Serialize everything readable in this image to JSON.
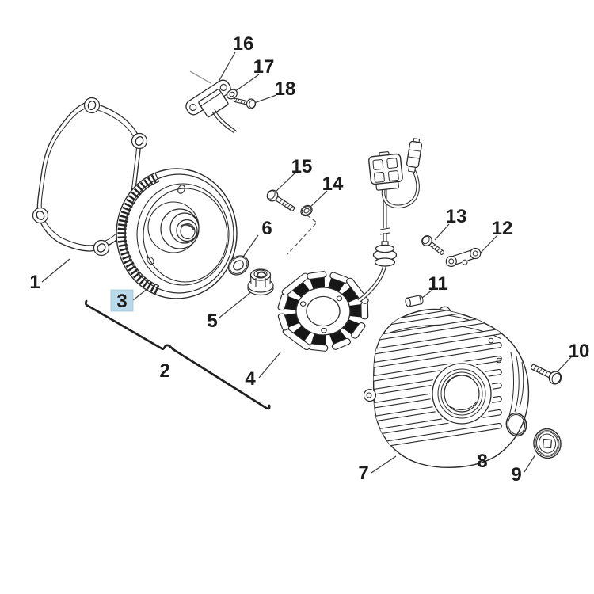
{
  "figure": {
    "type": "exploded-parts-diagram",
    "background": "#ffffff",
    "line_color": "#2a2a2a",
    "highlight": {
      "part": "3",
      "fill": "#b9d8e9",
      "border": "#9fc5d9"
    },
    "callouts": [
      {
        "label": "1"
      },
      {
        "label": "2"
      },
      {
        "label": "3"
      },
      {
        "label": "4"
      },
      {
        "label": "5"
      },
      {
        "label": "6"
      },
      {
        "label": "7"
      },
      {
        "label": "8"
      },
      {
        "label": "9"
      },
      {
        "label": "10"
      },
      {
        "label": "11"
      },
      {
        "label": "12"
      },
      {
        "label": "13"
      },
      {
        "label": "14"
      },
      {
        "label": "15"
      },
      {
        "label": "16"
      },
      {
        "label": "17"
      },
      {
        "label": "18"
      }
    ]
  }
}
